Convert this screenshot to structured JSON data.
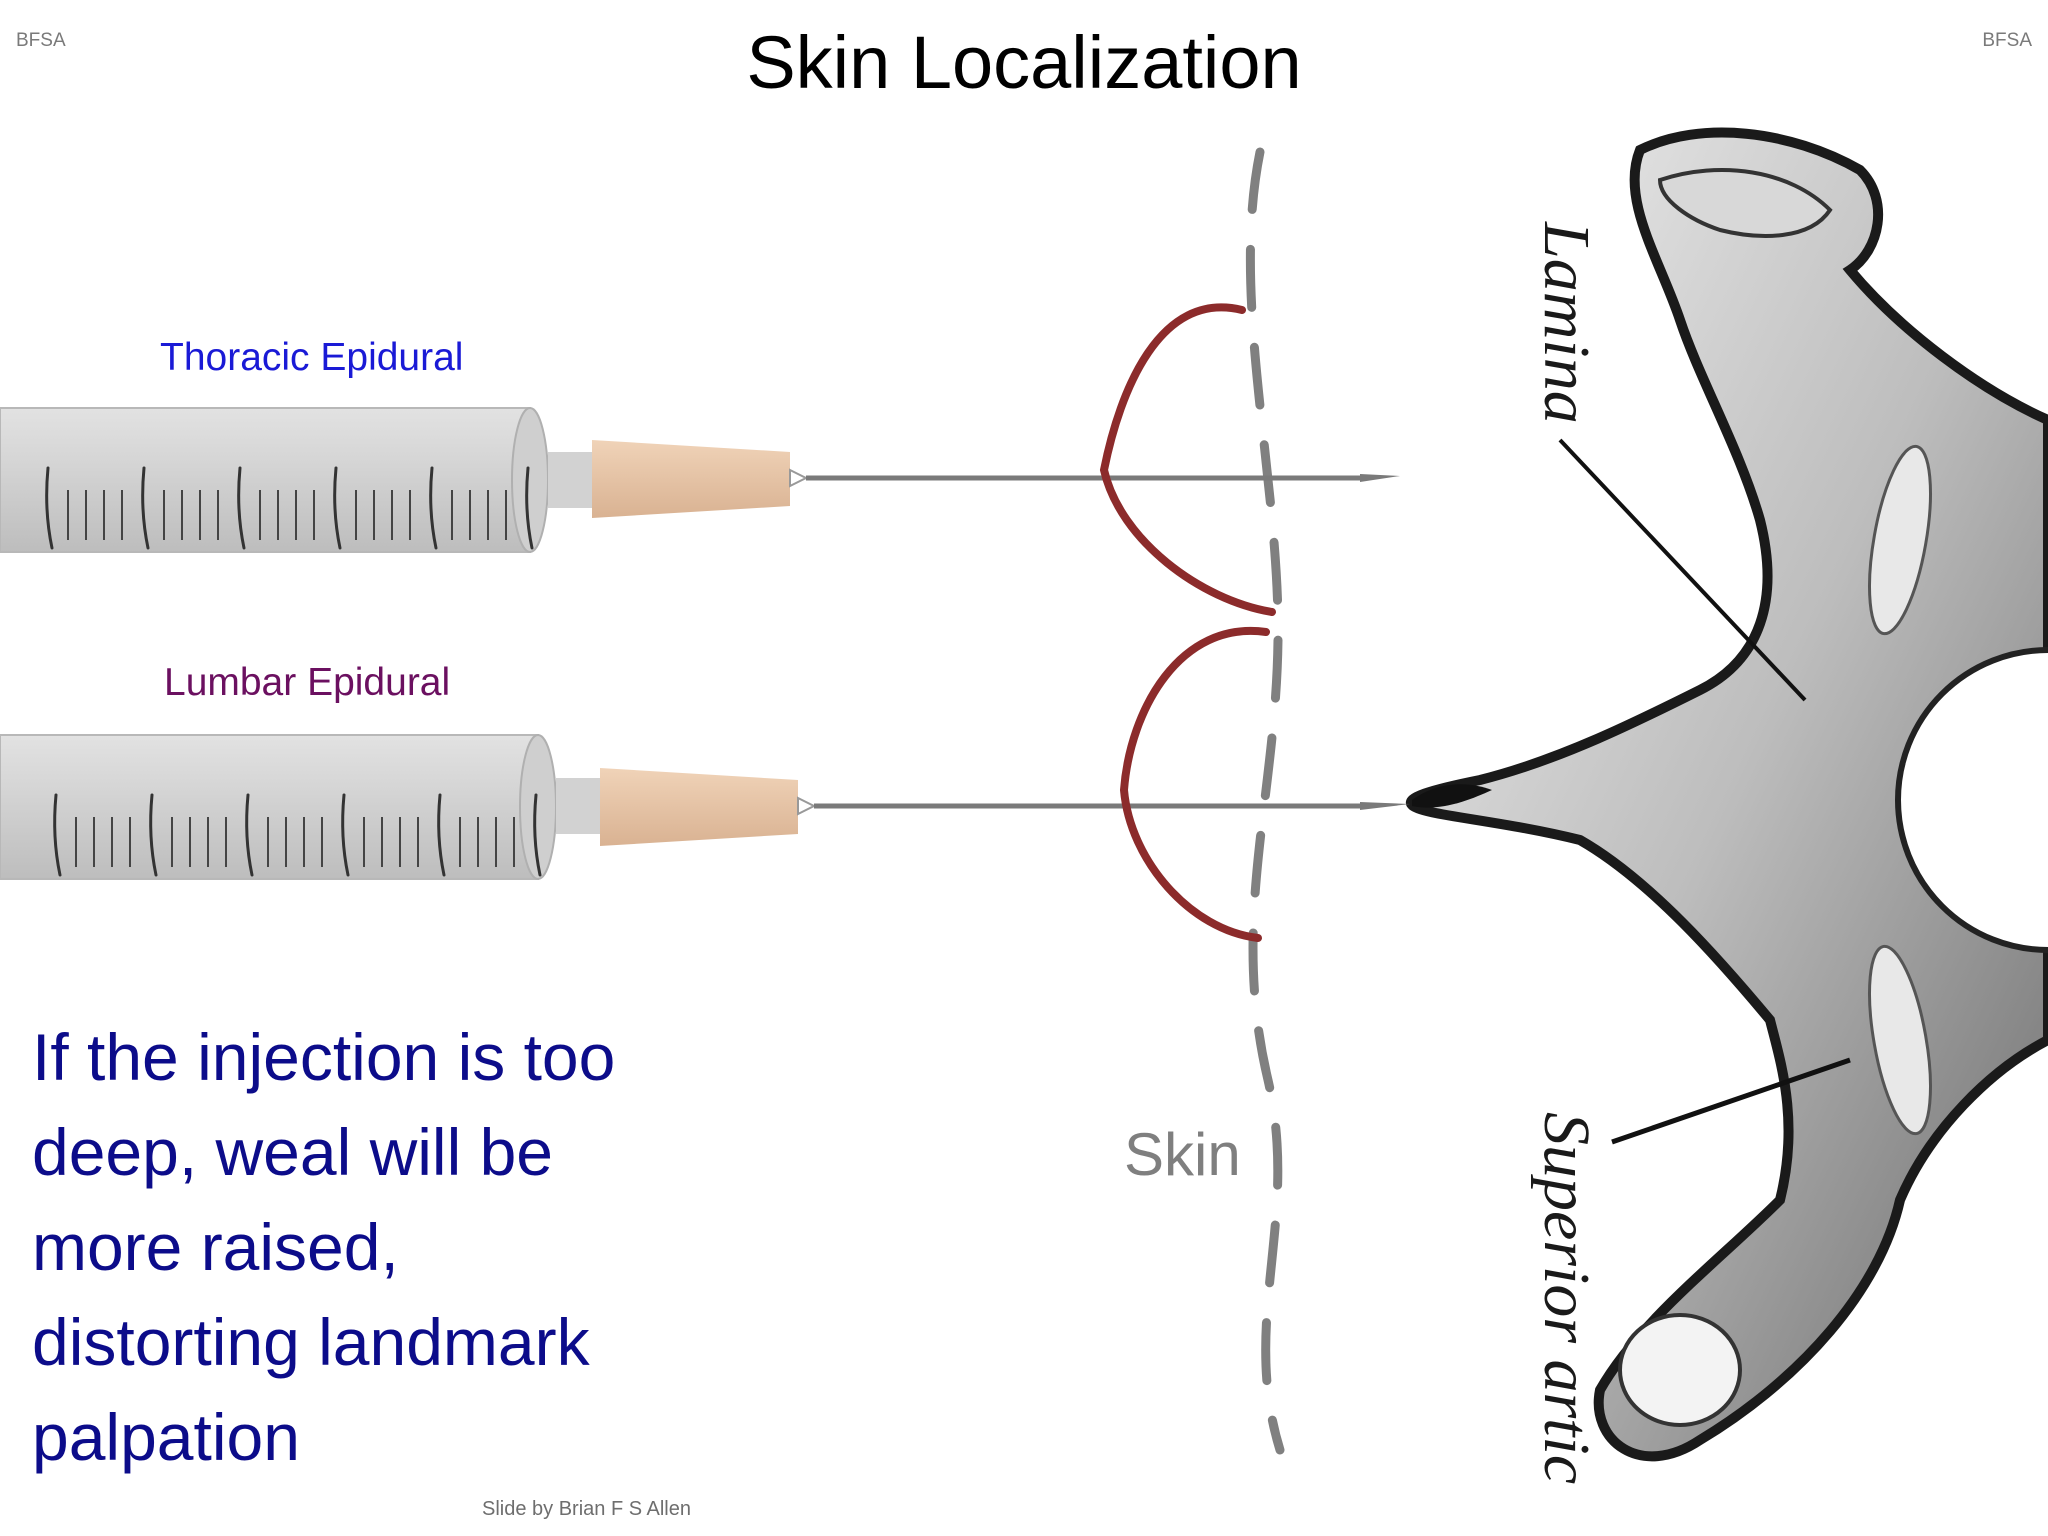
{
  "header": {
    "corner_left": "BFSA",
    "corner_right": "BFSA",
    "title": "Skin Localization"
  },
  "syringes": [
    {
      "label": "Thoracic Epidural",
      "label_color": "#1a1ad6"
    },
    {
      "label": "Lumbar Epidural",
      "label_color": "#6b1060"
    }
  ],
  "skin_label": "Skin",
  "anatomy_labels": {
    "lamina": "Lamina",
    "superior": "Superior artic"
  },
  "body_text": {
    "lines": [
      "If the injection is too",
      "deep, weal will be",
      "more raised,",
      "distorting landmark",
      "palpation"
    ]
  },
  "footer": {
    "credit": "Slide by Brian F S Allen"
  },
  "colors": {
    "weal": "#8c2b2b",
    "skin_line": "#808080",
    "body_text": "#0c0c8a",
    "hub": "#e8c6a6"
  }
}
